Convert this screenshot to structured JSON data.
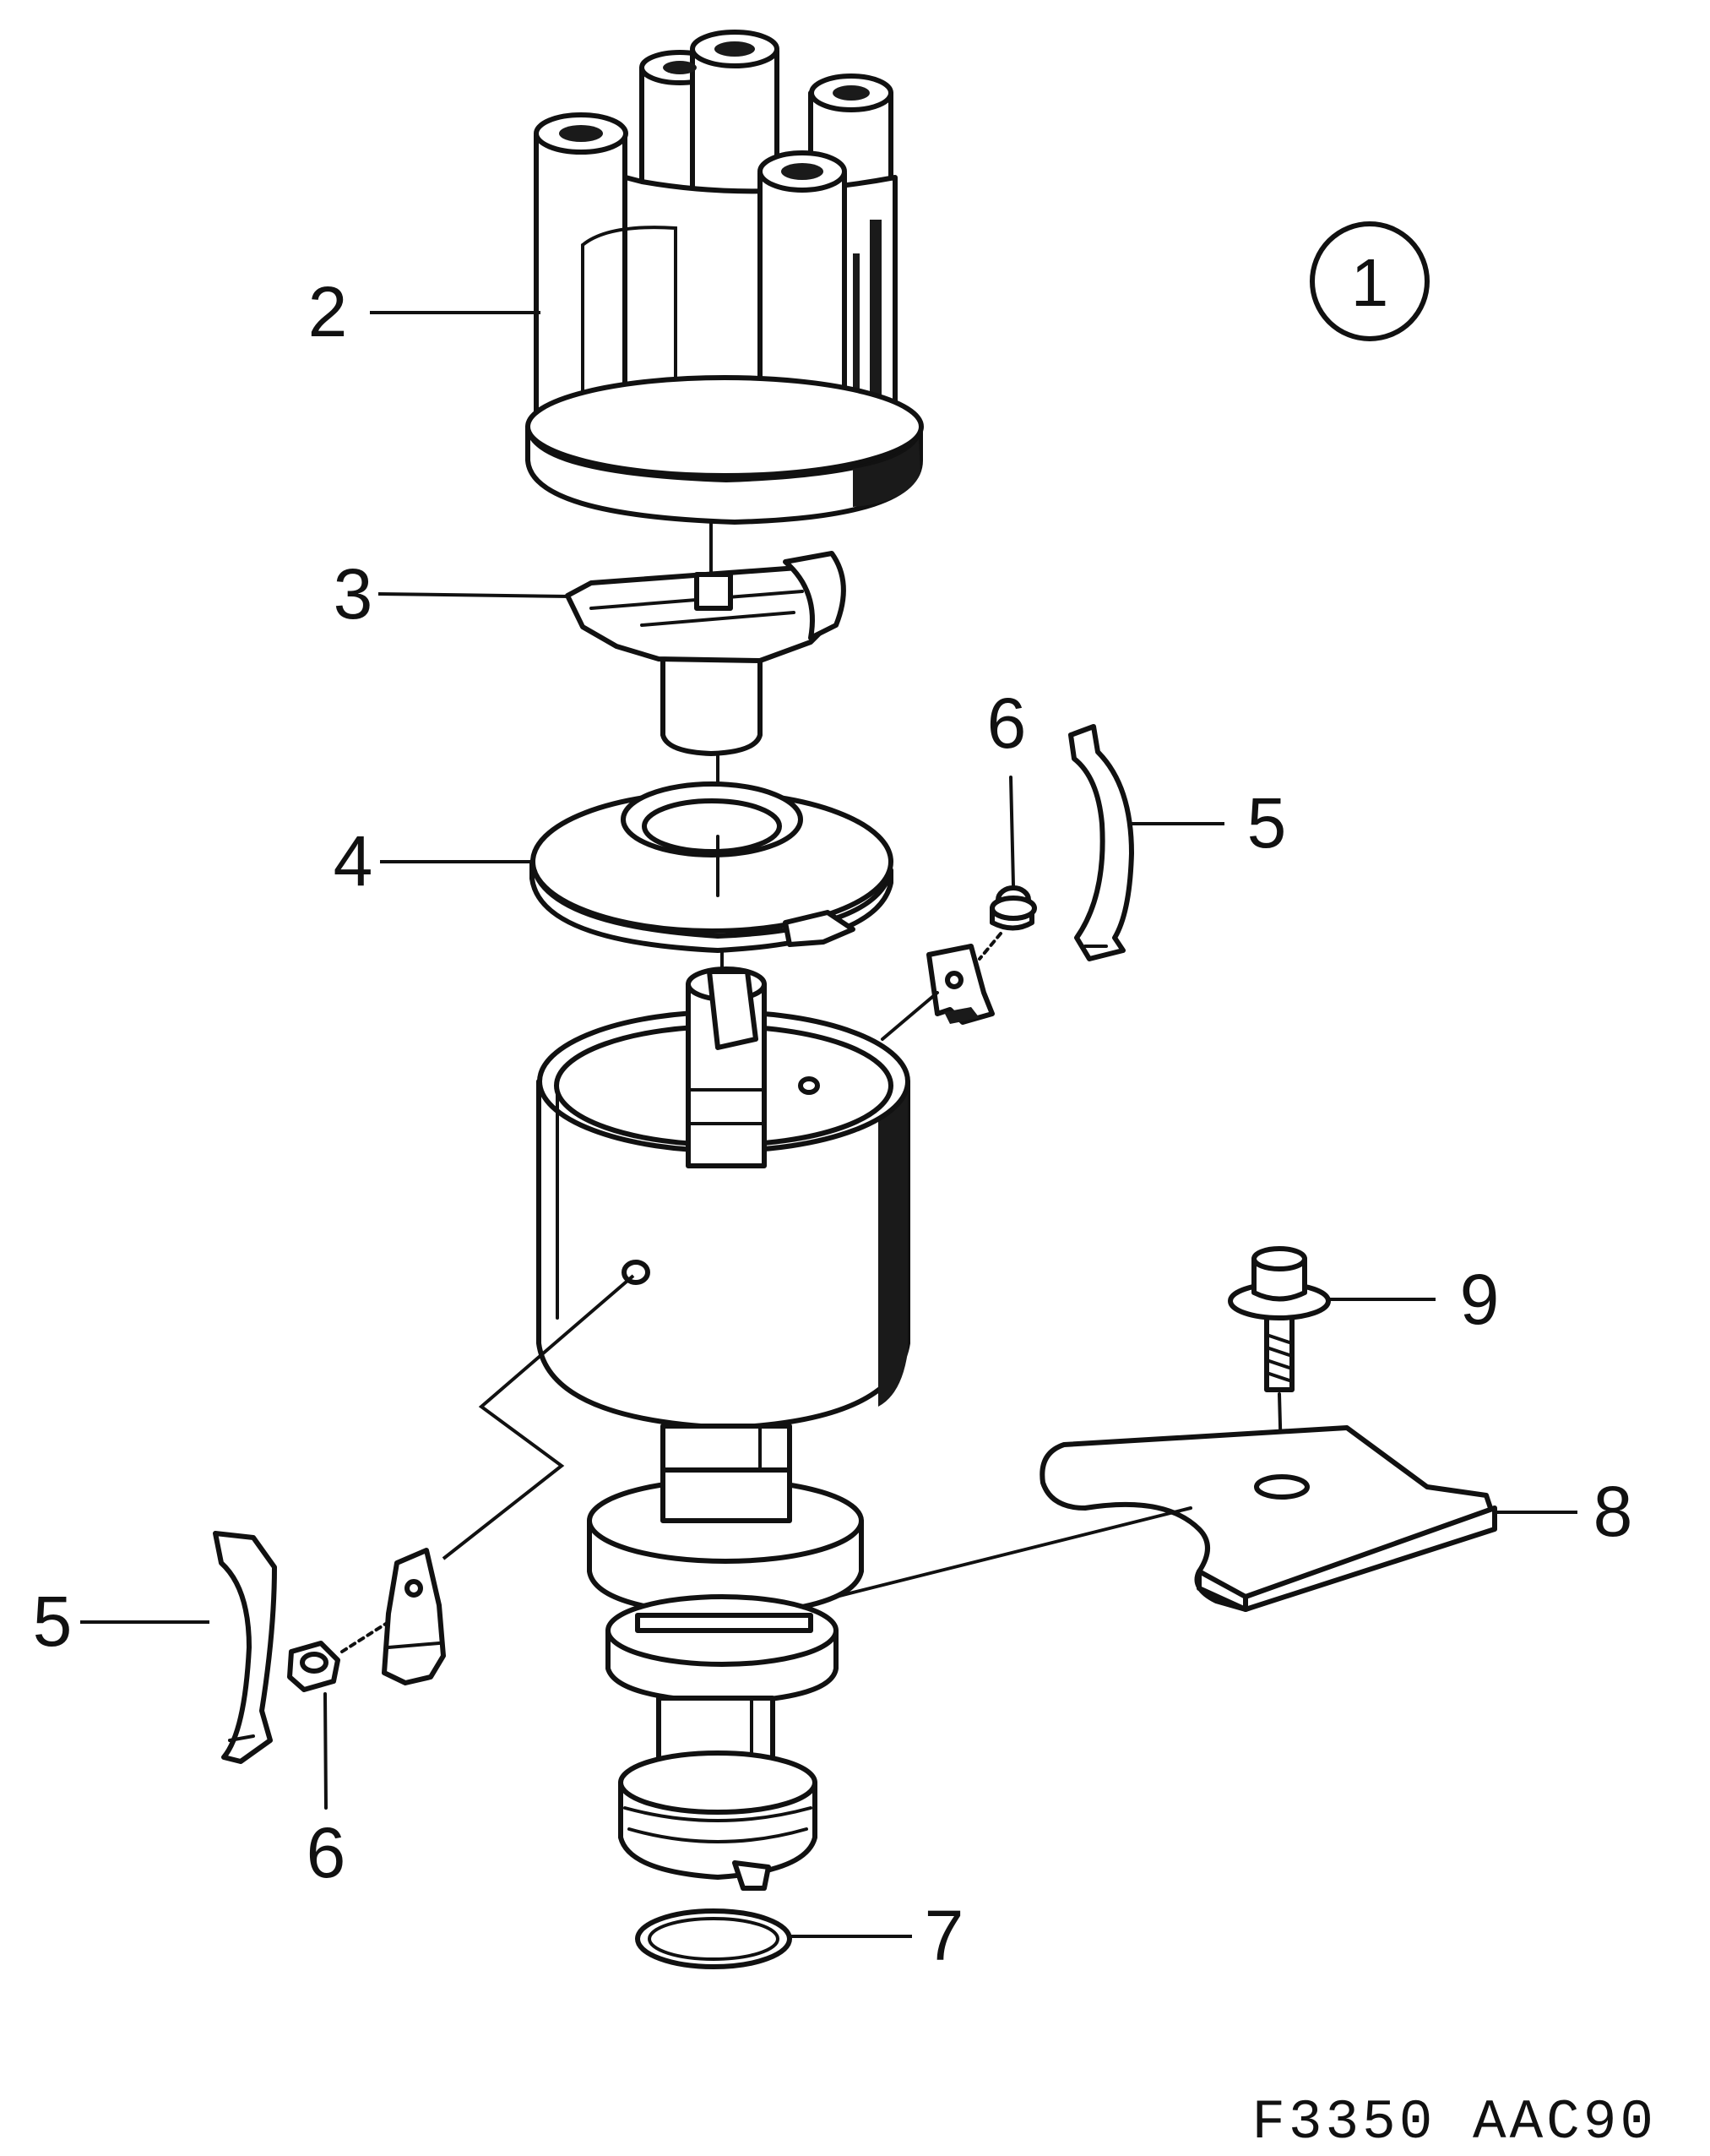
{
  "figure_number": "1",
  "drawing_code": "F3350 AAC90",
  "callouts": {
    "cap": "2",
    "rotor": "3",
    "shield": "4",
    "clip_right": "5",
    "clip_left": "5",
    "screw_upper": "6",
    "screw_lower": "6",
    "o_ring": "7",
    "bracket": "8",
    "bolt": "9"
  }
}
